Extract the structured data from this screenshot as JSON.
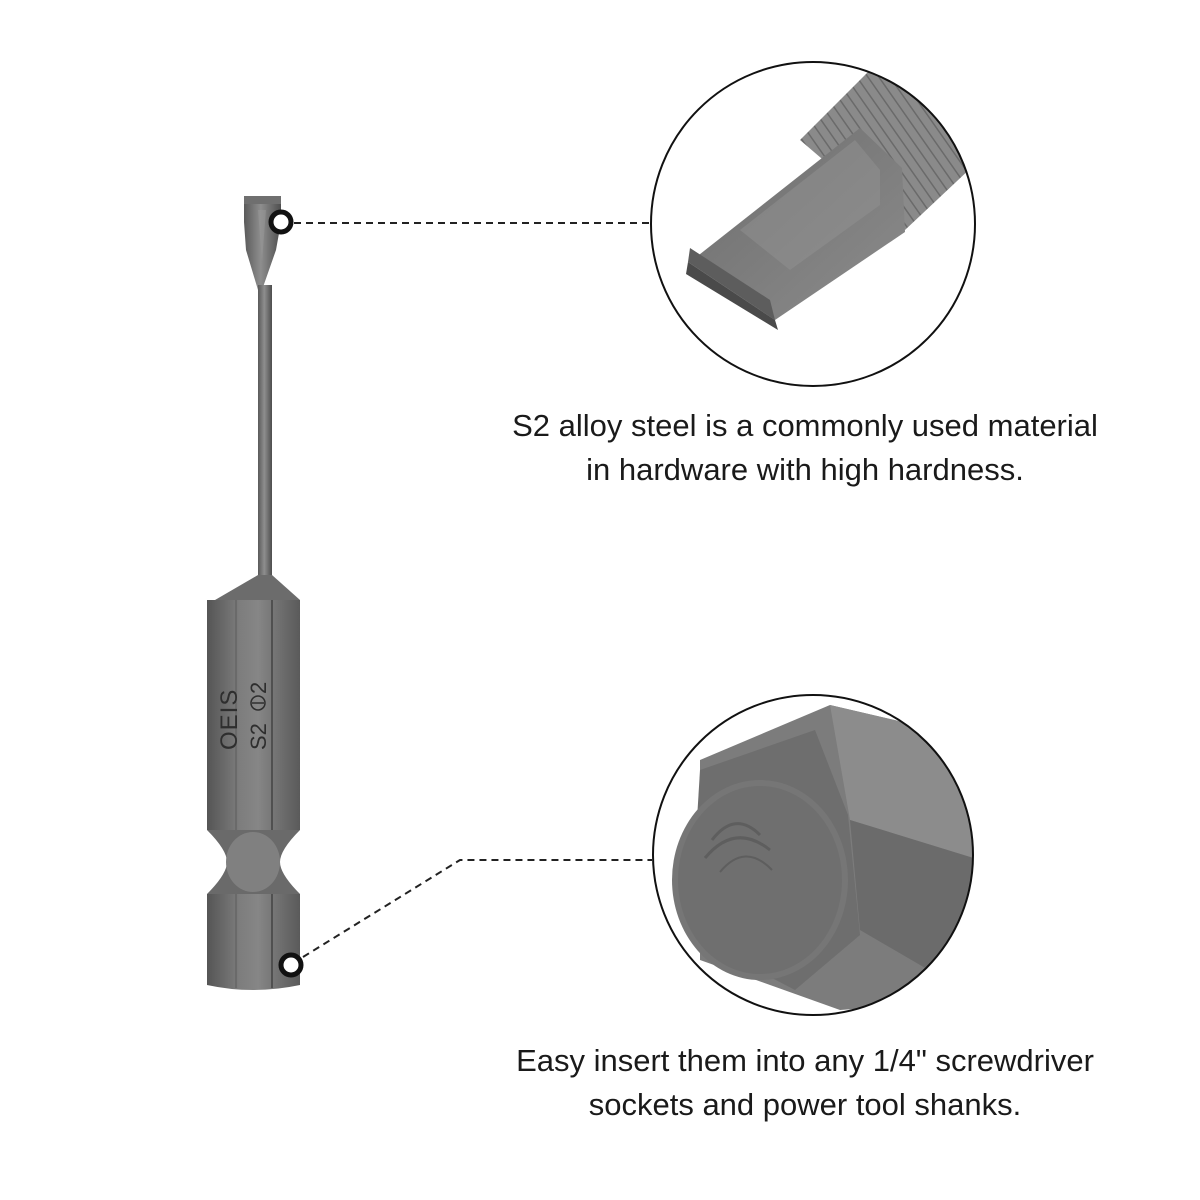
{
  "product": {
    "engraving_line1": "OEIS",
    "engraving_line2": "S2",
    "engraving_size": "2"
  },
  "callouts": [
    {
      "id": "tip",
      "lines": [
        "S2 alloy steel is a commonly used material",
        "in hardware with high hardness."
      ]
    },
    {
      "id": "hex-shank",
      "lines": [
        "Easy insert them into any 1/4\" screwdriver",
        "sockets and power tool shanks."
      ]
    }
  ],
  "colors": {
    "steel_dark": "#555555",
    "steel_mid": "#7a7a7a",
    "steel_light": "#9a9a9a",
    "text": "#1a1a1a",
    "marker": "#111111"
  }
}
